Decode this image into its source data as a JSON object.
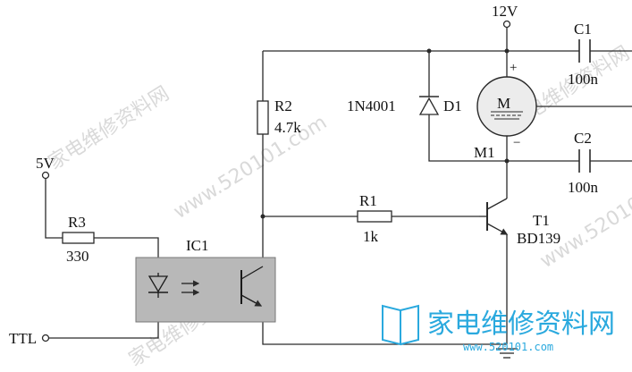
{
  "nodes": {
    "supply_12v": "12V",
    "supply_5v": "5V",
    "ttl_input": "TTL"
  },
  "components": {
    "r1": {
      "ref": "R1",
      "value": "1k"
    },
    "r2": {
      "ref": "R2",
      "value": "4.7k"
    },
    "r3": {
      "ref": "R3",
      "value": "330"
    },
    "c1": {
      "ref": "C1",
      "value": "100n"
    },
    "c2": {
      "ref": "C2",
      "value": "100n"
    },
    "d1": {
      "ref": "D1",
      "value": "1N4001"
    },
    "t1": {
      "ref": "T1",
      "value": "BD139"
    },
    "m1": {
      "ref": "M1",
      "symbol": "M",
      "plus": "+",
      "minus": "−"
    },
    "ic1": {
      "ref": "IC1"
    }
  },
  "watermark": {
    "brand_cn": "家电维修资料网",
    "brand_url": "www.520101.com",
    "bg_text": "www.520101.com",
    "bg_text_cn": "家电维修资料网"
  },
  "colors": {
    "wire": "#2a2a2a",
    "optocoupler_fill": "#b8b8b8",
    "motor_fill": "#ececec",
    "brand": "#2aa9de"
  }
}
